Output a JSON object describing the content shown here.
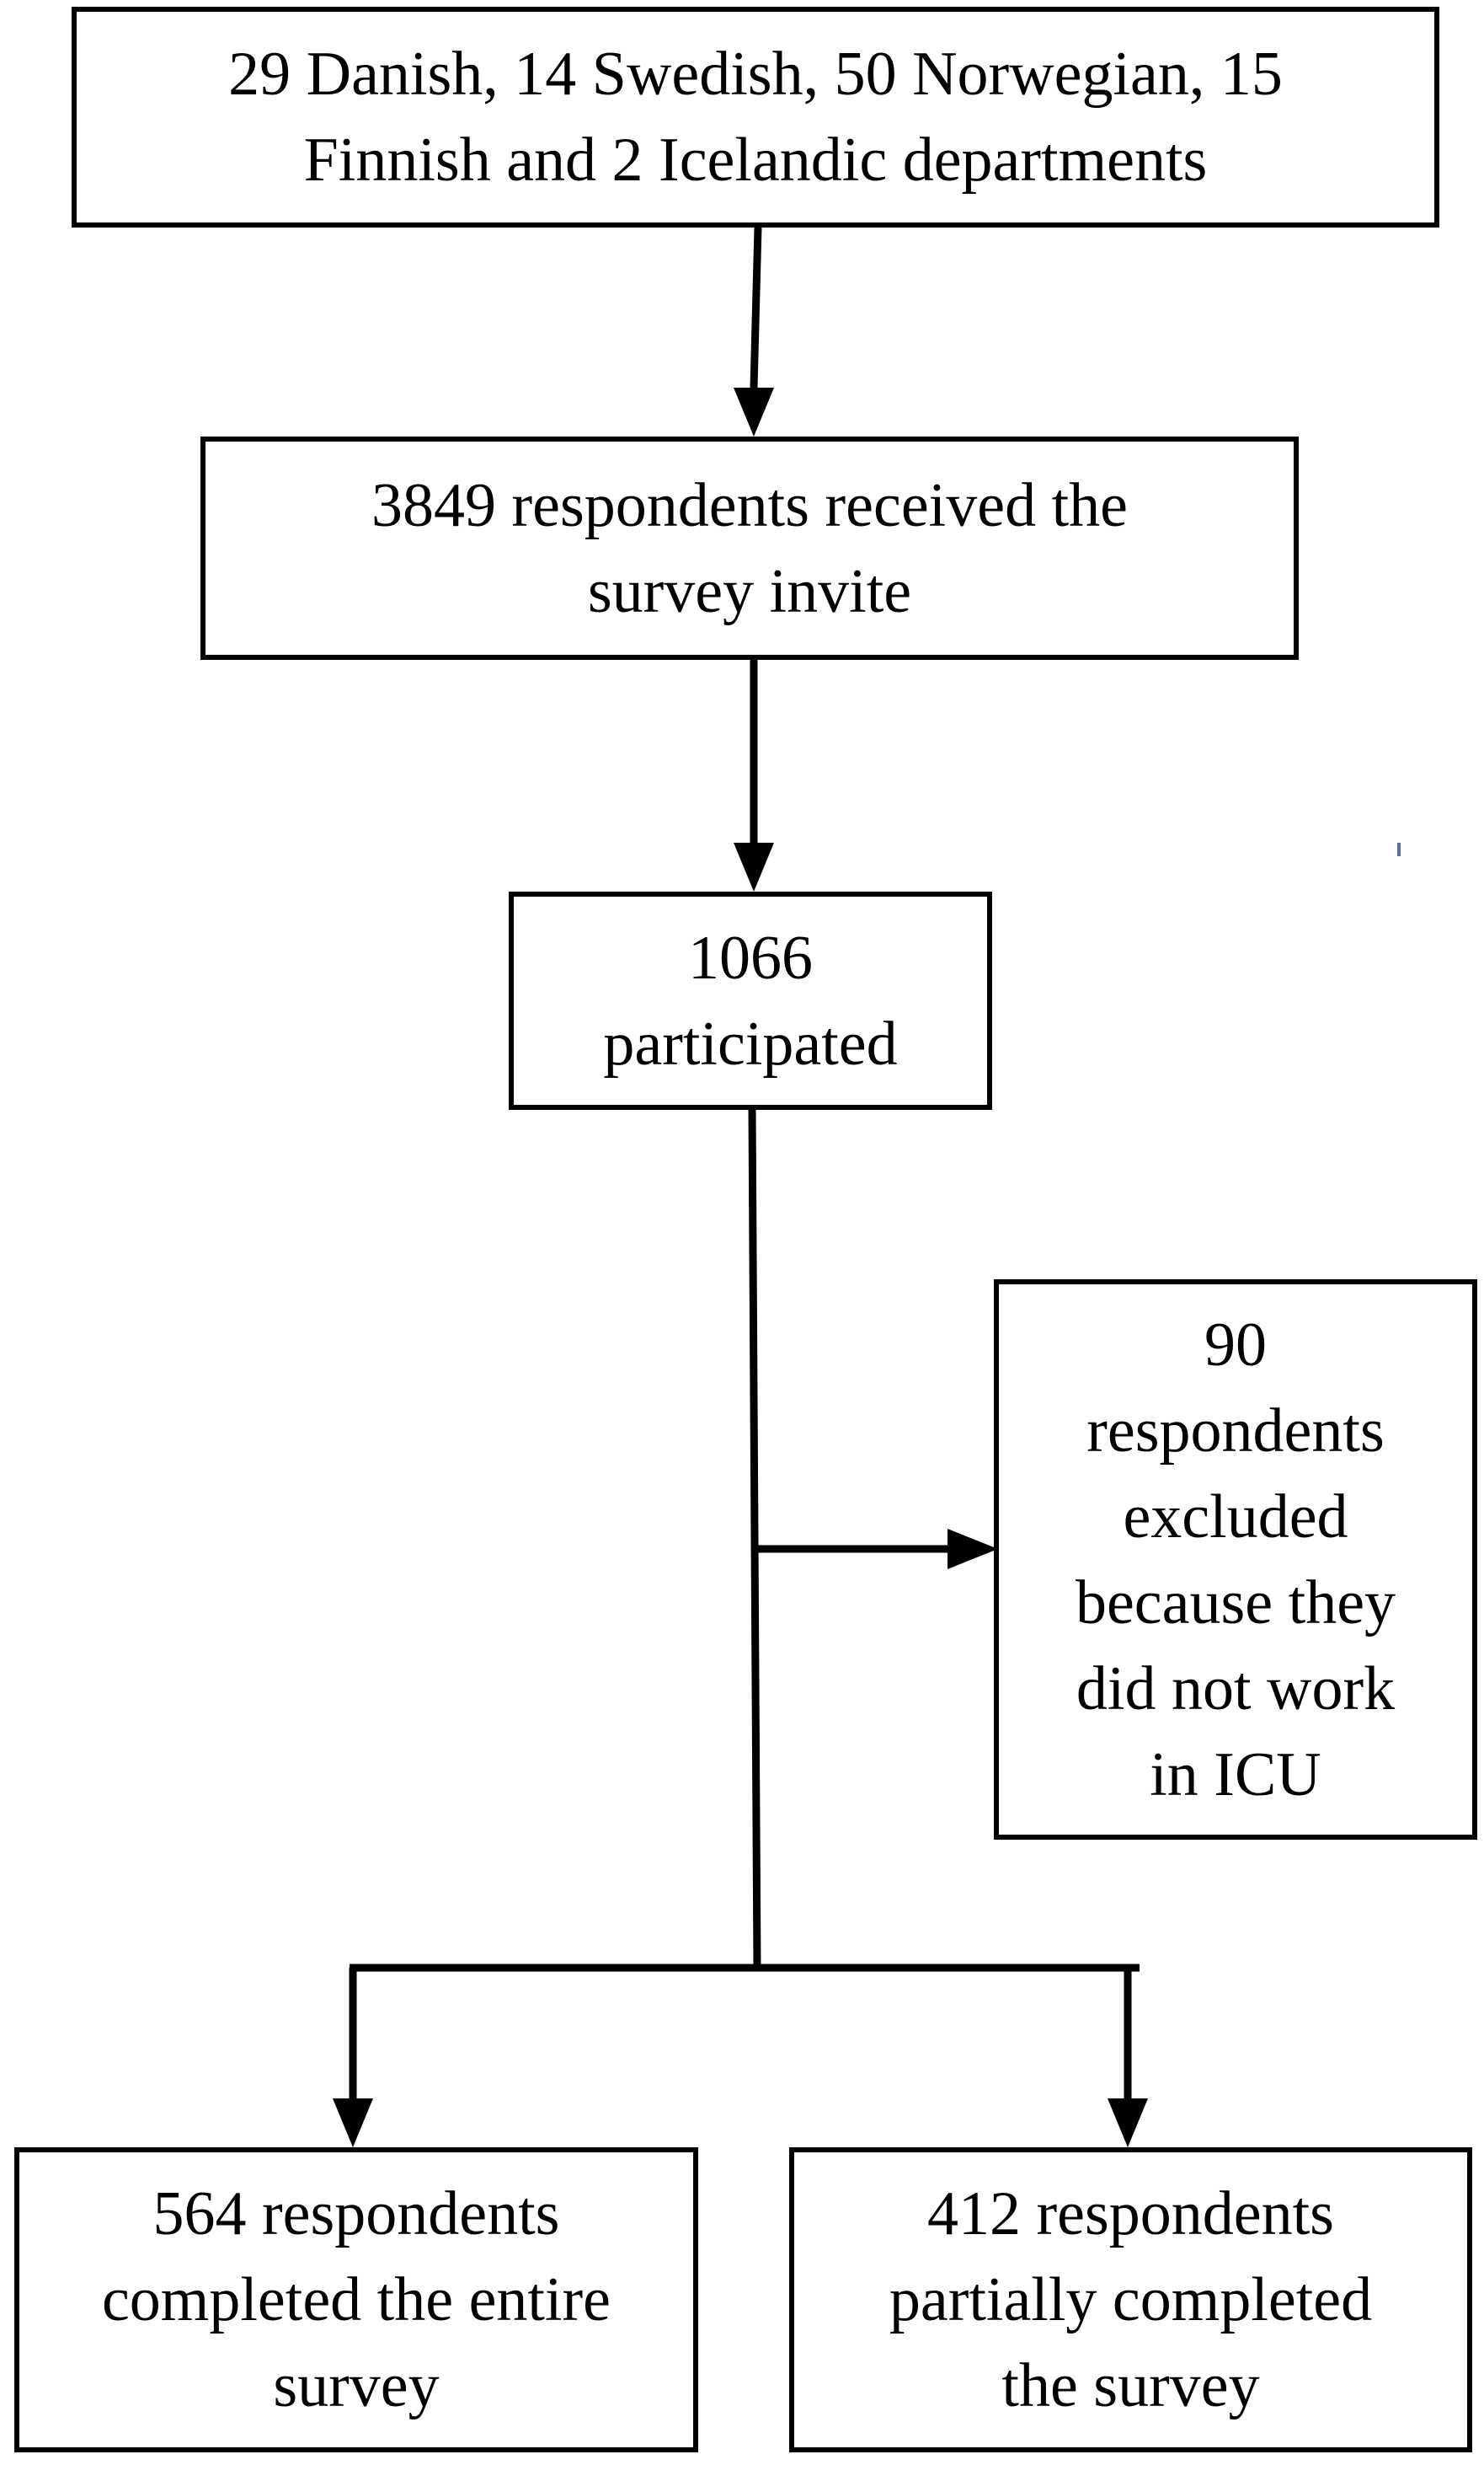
{
  "flowchart": {
    "departments": "29 Danish, 14 Swedish, 50 Norwegian, 15\nFinnish and 2 Icelandic departments",
    "invited": "3849 respondents received the\nsurvey invite",
    "participated": "1066\nparticipated",
    "excluded": "90\nrespondents\nexcluded\nbecause they\ndid not work\nin ICU",
    "completed": "564 respondents\ncompleted the entire\nsurvey",
    "partial": "412 respondents\npartially completed\nthe survey"
  }
}
